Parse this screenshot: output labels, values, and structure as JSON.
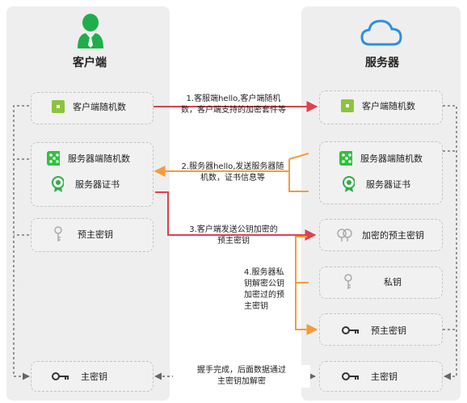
{
  "client": {
    "title": "客户端",
    "items": {
      "client_random": "客户端随机数",
      "server_random": "服务器端随机数",
      "server_cert": "服务器证书",
      "premaster": "预主密钥",
      "master": "主密钥"
    }
  },
  "server": {
    "title": "服务器",
    "items": {
      "client_random": "客户端随机数",
      "server_random": "服务器端随机数",
      "server_cert": "服务器证书",
      "encrypted_premaster": "加密的预主密钥",
      "private_key": "私钥",
      "premaster": "预主密钥",
      "master": "主密钥"
    }
  },
  "steps": {
    "step1": [
      "1.客服端hello,客户端随机",
      "数，客户端支持的加密套件等"
    ],
    "step2": [
      "2.服务器hello,发送服务器随",
      "机数，证书信息等"
    ],
    "step3": [
      "3.客户端发送公钥加密的",
      "预主密钥"
    ],
    "step4": [
      "4.服务器私",
      "钥解密公钥",
      "加密过的预",
      "主密钥"
    ],
    "step5": [
      "握手完成，后面数据通过",
      "主密钥加解密"
    ]
  },
  "colors": {
    "red": "#e0404e",
    "orange": "#f39c3a",
    "green": "#22aa3c",
    "blue": "#2d8fe0"
  },
  "icons": [
    "user-icon",
    "cloud-icon",
    "random-square-icon",
    "dice-icon",
    "certificate-icon",
    "key-outline-icon",
    "key-solid-icon",
    "double-key-icon"
  ]
}
